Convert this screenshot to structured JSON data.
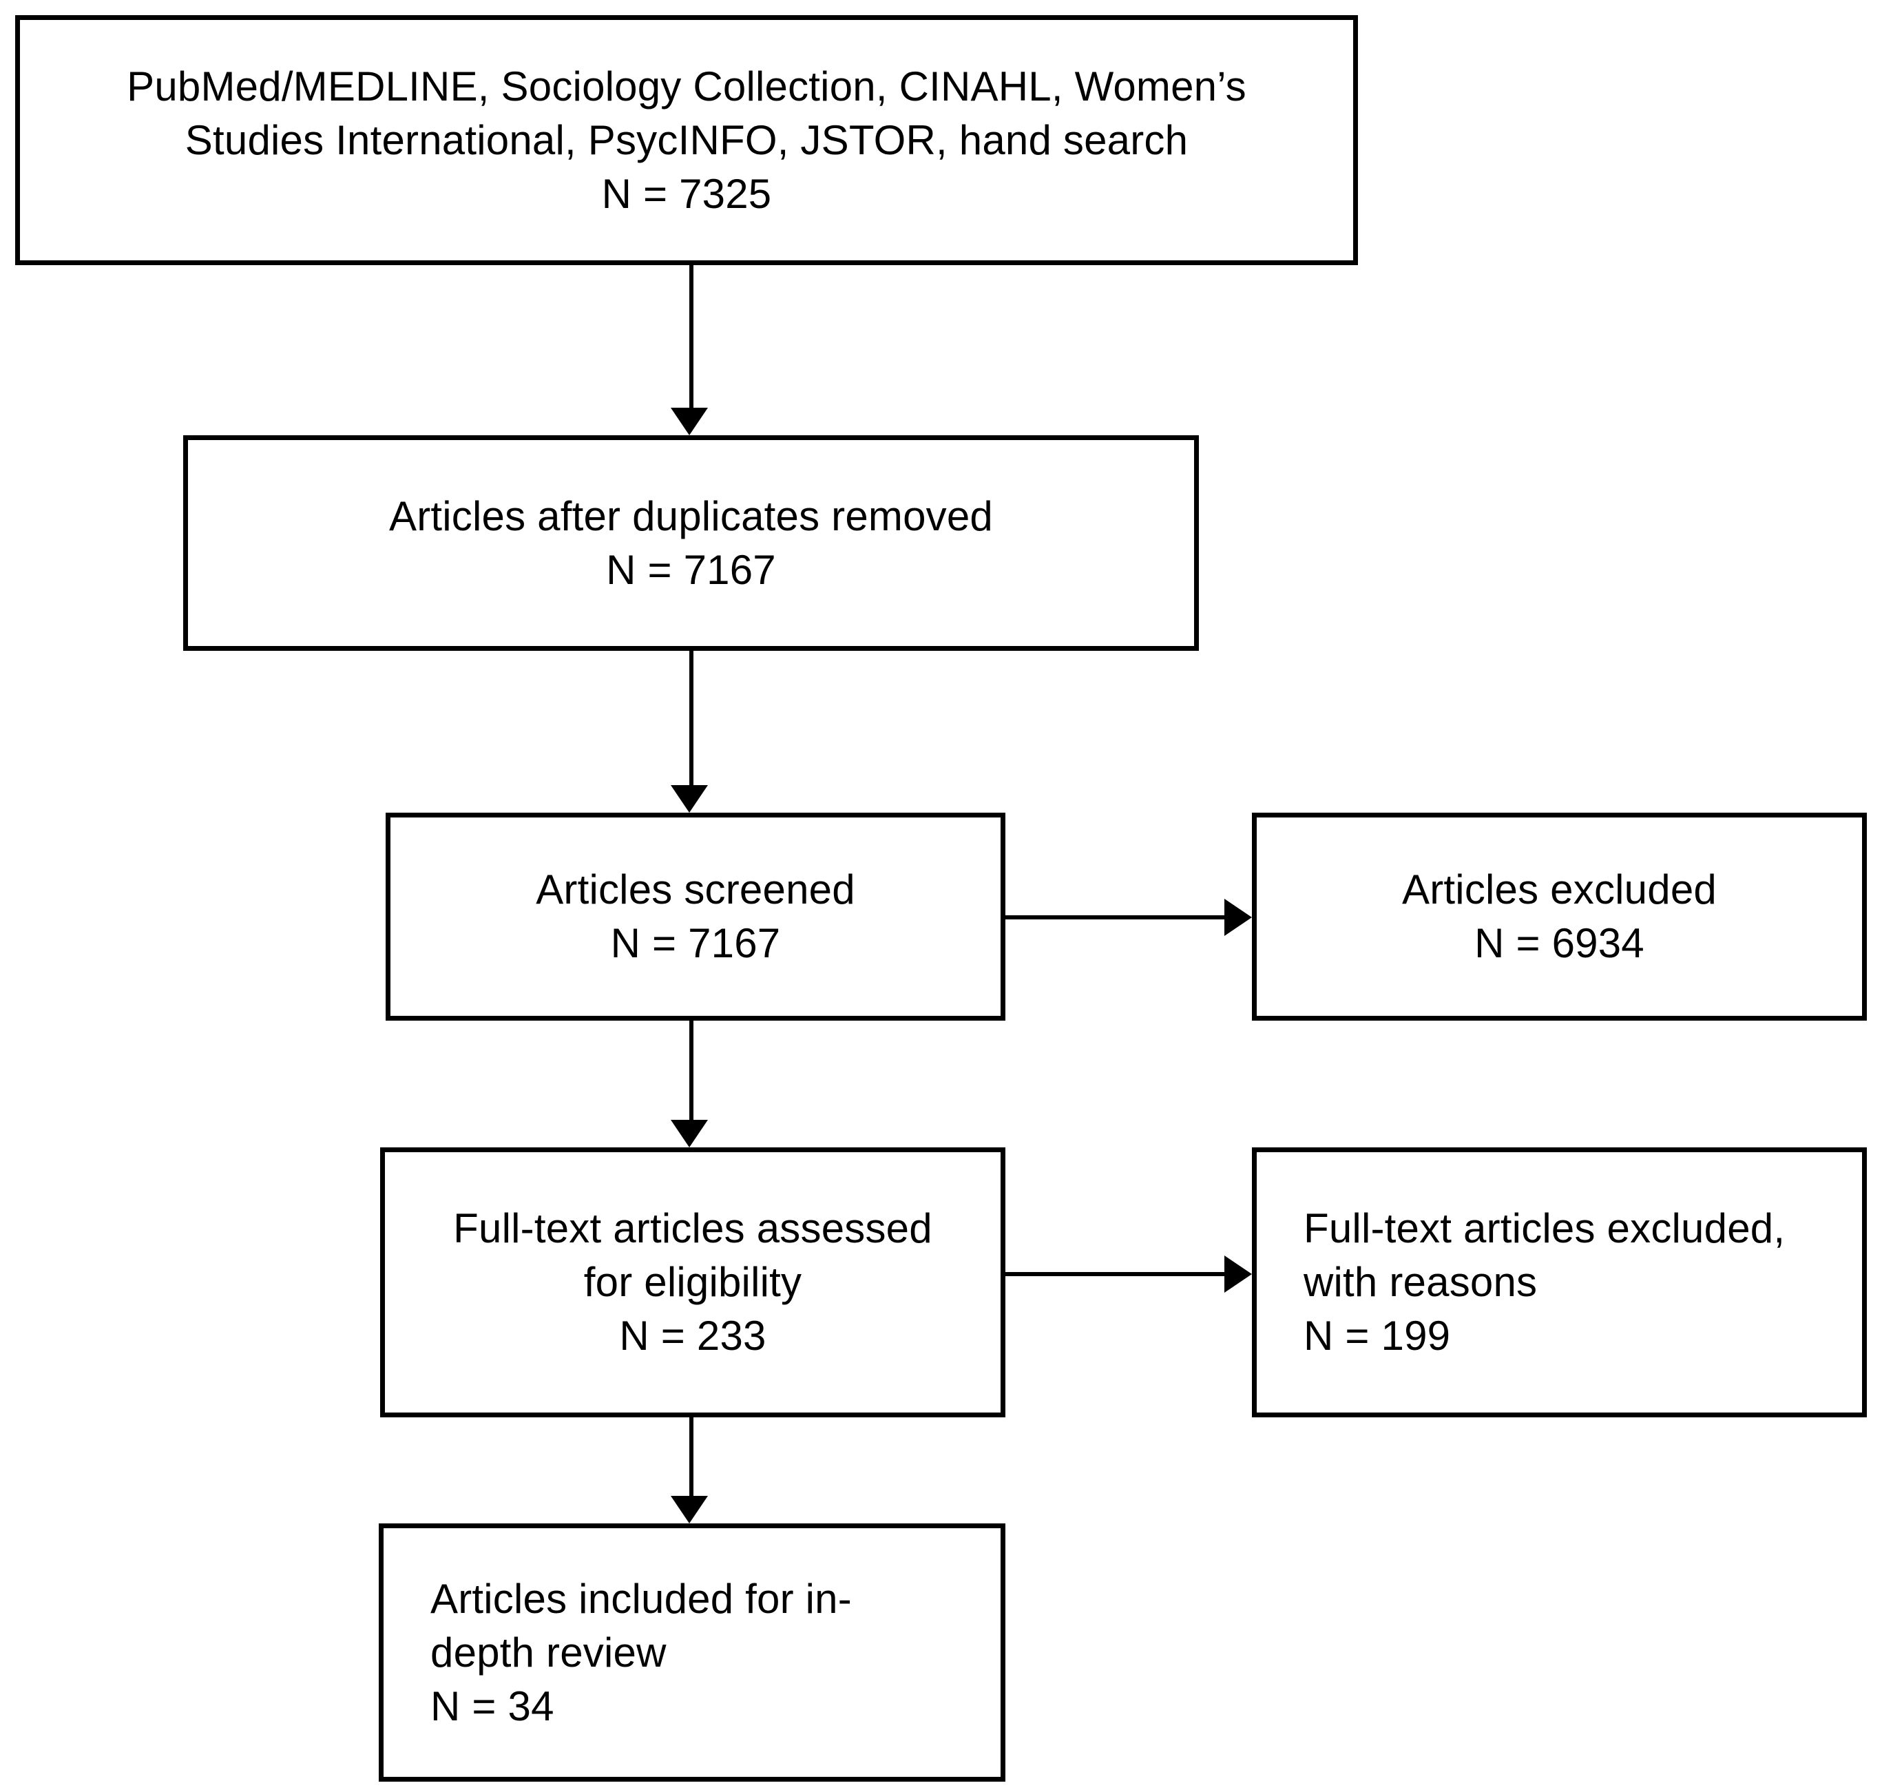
{
  "diagram": {
    "type": "prisma-flow-diagram",
    "nodes": [
      {
        "id": "sources",
        "lines": [
          "PubMed/MEDLINE, Sociology Collection, CINAHL, Women’s",
          "Studies International, PsycINFO, JSTOR, hand search",
          "N = 7325"
        ],
        "count_label": "N = 7325",
        "count": 7325
      },
      {
        "id": "after-duplicates-removed",
        "lines": [
          "Articles after duplicates removed",
          "N = 7167"
        ],
        "count_label": "N = 7167",
        "count": 7167
      },
      {
        "id": "articles-screened",
        "lines": [
          "Articles screened",
          "N = 7167"
        ],
        "count_label": "N = 7167",
        "count": 7167
      },
      {
        "id": "articles-excluded",
        "lines": [
          "Articles excluded",
          "N = 6934"
        ],
        "count_label": "N = 6934",
        "count": 6934
      },
      {
        "id": "full-text-assessed",
        "lines": [
          "Full-text articles assessed",
          "for eligibility",
          "N = 233"
        ],
        "count_label": "N = 233",
        "count": 233
      },
      {
        "id": "full-text-excluded",
        "lines": [
          "Full-text articles excluded,",
          "with reasons",
          "N = 199"
        ],
        "count_label": "N = 199",
        "count": 199
      },
      {
        "id": "articles-included",
        "lines": [
          "Articles included for in-",
          "depth review",
          "N = 34"
        ],
        "count_label": "N = 34",
        "count": 34
      }
    ],
    "edges": [
      {
        "id": "e1",
        "from": "sources",
        "to": "after-duplicates-removed",
        "direction": "down"
      },
      {
        "id": "e2",
        "from": "after-duplicates-removed",
        "to": "articles-screened",
        "direction": "down"
      },
      {
        "id": "e3",
        "from": "articles-screened",
        "to": "articles-excluded",
        "direction": "right"
      },
      {
        "id": "e4",
        "from": "articles-screened",
        "to": "full-text-assessed",
        "direction": "down"
      },
      {
        "id": "e5",
        "from": "full-text-assessed",
        "to": "full-text-excluded",
        "direction": "right"
      },
      {
        "id": "e6",
        "from": "full-text-assessed",
        "to": "articles-included",
        "direction": "down"
      }
    ],
    "colors": {
      "stroke": "#000000",
      "fill": "#ffffff",
      "text": "#000000"
    }
  }
}
